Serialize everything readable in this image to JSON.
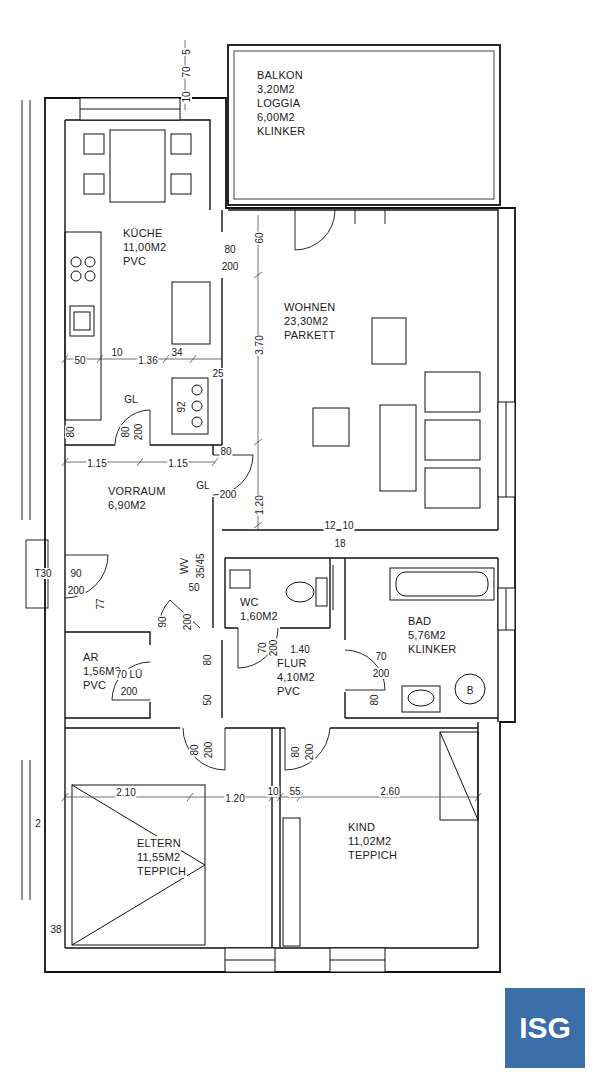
{
  "diagram": {
    "nodes": [
      {
        "text": [
          "BALKON",
          "3,20M2",
          "LOGGIA",
          "6,00M2",
          "KLINKER"
        ]
      },
      {
        "text": [
          "KÜCHE",
          "11,00M2",
          "PVC"
        ]
      },
      {
        "text": [
          "WOHNEN",
          "23,30M2",
          "PARKETT"
        ]
      },
      {
        "text": [
          "VORRAUM",
          "6,90M2"
        ]
      },
      {
        "text": [
          "WC",
          "1,60M2"
        ]
      },
      {
        "text": [
          "BAD",
          "5,76M2",
          "KLINKER"
        ]
      },
      {
        "text": [
          "AR",
          "1,56M2",
          "PVC"
        ]
      },
      {
        "text": [
          "FLUR",
          "4,10M2",
          "PVC"
        ]
      },
      {
        "text": [
          "ELTERN",
          "11,55M2",
          "TEPPICH"
        ]
      },
      {
        "text": [
          "KIND",
          "11,02M2",
          "TEPPICH"
        ]
      },
      {
        "text": [
          "ISG"
        ]
      }
    ],
    "labels": [
      "5",
      "70",
      "10",
      "80",
      "200",
      "60",
      "3.70",
      "50",
      "10",
      "1.36",
      "34",
      "25",
      "92",
      "GL",
      "80",
      "200",
      "80",
      "1.15",
      "1.15",
      "80",
      "GL",
      "200",
      "1.20",
      "12",
      "10",
      "18",
      "WV",
      "35/45",
      "50",
      "T30",
      "90",
      "200",
      "77",
      "90",
      "200",
      "70",
      "200",
      "1.40",
      "70",
      "200",
      "80",
      "70 LÜ",
      "200",
      "80",
      "50",
      "80",
      "200",
      "80",
      "200",
      "2.10",
      "1.20",
      "10",
      "55",
      "2.60",
      "38",
      "2",
      "B"
    ]
  }
}
